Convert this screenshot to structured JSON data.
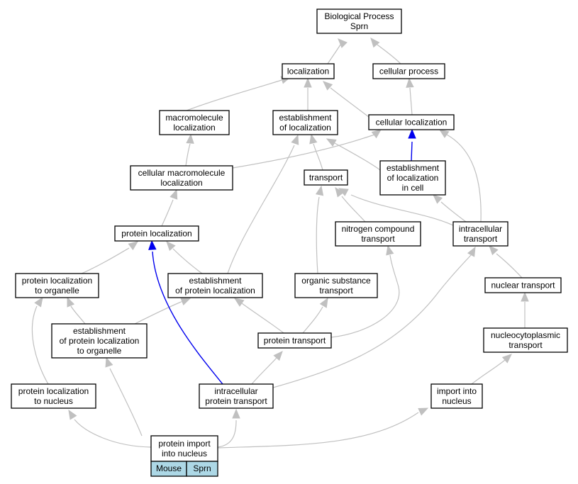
{
  "nodes": [
    {
      "id": "bp",
      "lines": [
        "Biological Process",
        "Sprn"
      ]
    },
    {
      "id": "loc",
      "lines": [
        "localization"
      ]
    },
    {
      "id": "cp",
      "lines": [
        "cellular process"
      ]
    },
    {
      "id": "mml",
      "lines": [
        "macromolecule",
        "localization"
      ]
    },
    {
      "id": "eol",
      "lines": [
        "establishment",
        "of localization"
      ]
    },
    {
      "id": "cl",
      "lines": [
        "cellular localization"
      ]
    },
    {
      "id": "cml",
      "lines": [
        "cellular macromolecule",
        "localization"
      ]
    },
    {
      "id": "tr",
      "lines": [
        "transport"
      ]
    },
    {
      "id": "elc",
      "lines": [
        "establishment",
        "of localization",
        "in cell"
      ]
    },
    {
      "id": "pl",
      "lines": [
        "protein localization"
      ]
    },
    {
      "id": "nct",
      "lines": [
        "nitrogen compound",
        "transport"
      ]
    },
    {
      "id": "it",
      "lines": [
        "intracellular",
        "transport"
      ]
    },
    {
      "id": "plo",
      "lines": [
        "protein localization",
        "to organelle"
      ]
    },
    {
      "id": "epl",
      "lines": [
        "establishment",
        "of protein localization"
      ]
    },
    {
      "id": "ost",
      "lines": [
        "organic substance",
        "transport"
      ]
    },
    {
      "id": "nt",
      "lines": [
        "nuclear transport"
      ]
    },
    {
      "id": "eplo",
      "lines": [
        "establishment",
        "of protein localization",
        "to organelle"
      ]
    },
    {
      "id": "pt",
      "lines": [
        "protein transport"
      ]
    },
    {
      "id": "nuct",
      "lines": [
        "nucleocytoplasmic",
        "transport"
      ]
    },
    {
      "id": "pln",
      "lines": [
        "protein localization",
        "to nucleus"
      ]
    },
    {
      "id": "ipt",
      "lines": [
        "intracellular",
        "protein transport"
      ]
    },
    {
      "id": "iin",
      "lines": [
        "import into",
        "nucleus"
      ]
    },
    {
      "id": "pin",
      "lines": [
        "protein import",
        "into nucleus"
      ]
    }
  ],
  "legend": {
    "organism": "Mouse",
    "gene": "Sprn"
  },
  "colors": {
    "edge": "#c0c0c0",
    "highlight": "#0000ee",
    "legend_fill": "#add8e6"
  }
}
